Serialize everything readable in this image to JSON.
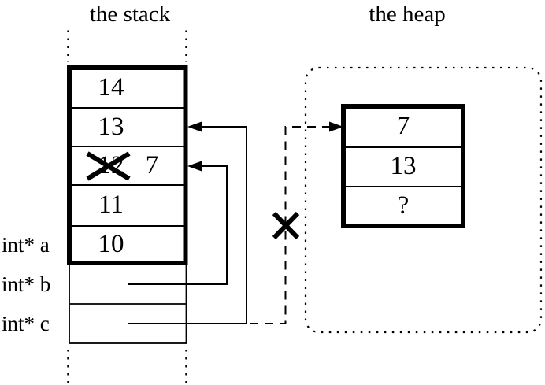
{
  "titles": {
    "stack": "the stack",
    "heap": "the heap"
  },
  "stack": {
    "cells": [
      {
        "value": "14"
      },
      {
        "value": "13"
      },
      {
        "value": "12",
        "new_value": "7",
        "crossed_out": "true"
      },
      {
        "value": "11"
      },
      {
        "value": "10"
      }
    ],
    "pointer_labels": [
      {
        "label": "int* a"
      },
      {
        "label": "int* b"
      },
      {
        "label": "int* c"
      }
    ]
  },
  "heap": {
    "cells": [
      {
        "value": "7"
      },
      {
        "value": "13"
      },
      {
        "value": "?"
      }
    ]
  },
  "colors": {
    "ink": "#000000",
    "background": "#ffffff"
  }
}
